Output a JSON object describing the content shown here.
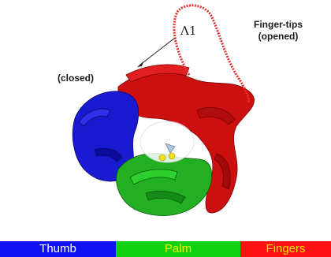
{
  "labels": {
    "fingertips_line1": "Finger-tips",
    "fingertips_line2": "(opened)",
    "closed": "(closed)",
    "lambda": "Λ1"
  },
  "legend": [
    {
      "label": "Thumb",
      "color": "#1010f0",
      "text_color": "#ffffff"
    },
    {
      "label": "Palm",
      "color": "#10d010",
      "text_color": "#f4f000"
    },
    {
      "label": "Fingers",
      "color": "#ff1010",
      "text_color": "#ffe000"
    }
  ],
  "colors": {
    "thumb": "#1a1ad0",
    "palm": "#22b022",
    "fingers": "#cc1010",
    "fingertip_loop": "#e83030",
    "ligand": "#f0e020"
  }
}
